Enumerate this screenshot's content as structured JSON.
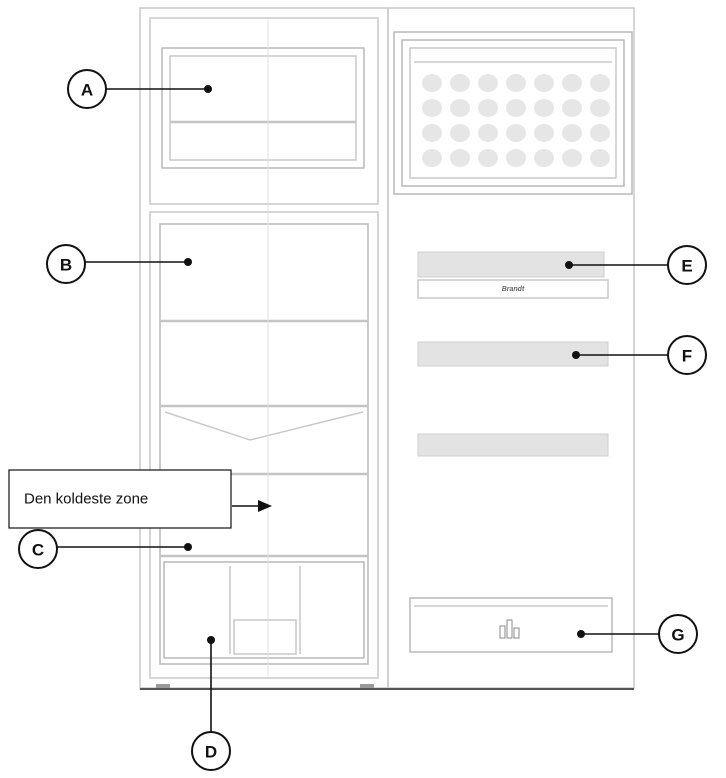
{
  "labels": {
    "a": "A",
    "b": "B",
    "c": "C",
    "d": "D",
    "e": "E",
    "f": "F",
    "g": "G"
  },
  "callout": {
    "text": "Den koldeste zone"
  },
  "brand": "Brandt",
  "colors": {
    "line": "#111111",
    "outline": "#c9c9c9",
    "fill": "#e3e3e3"
  }
}
